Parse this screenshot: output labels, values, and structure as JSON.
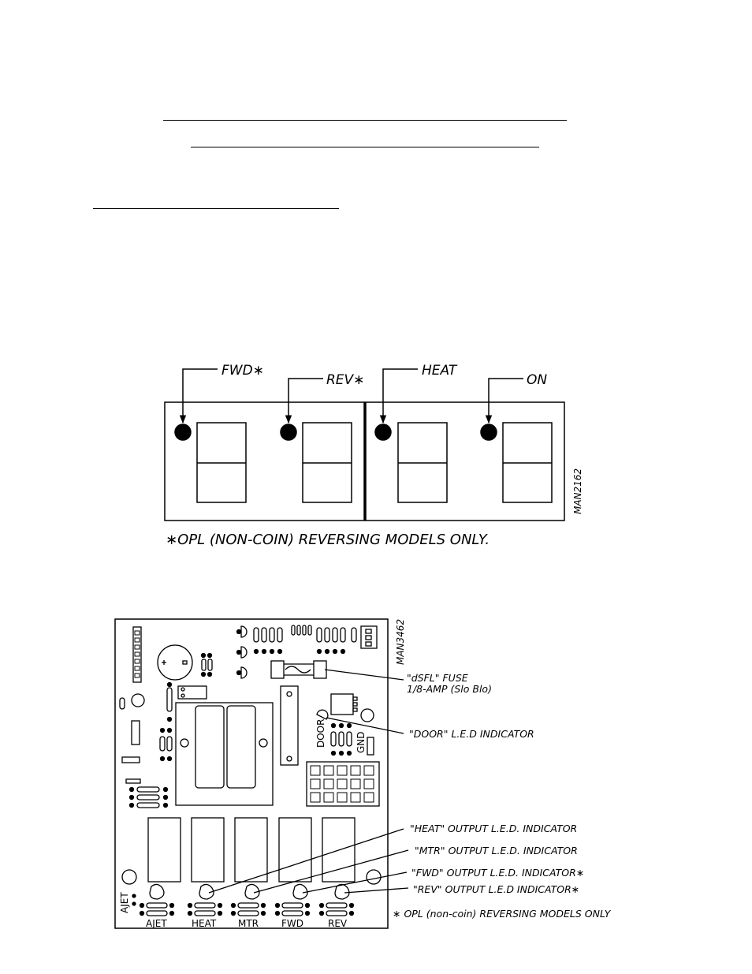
{
  "display_diagram": {
    "callouts": {
      "fwd": "FWD∗",
      "rev": "REV∗",
      "heat": "HEAT",
      "on": "ON"
    },
    "drawing_id": "MAN2162",
    "footnote": "∗OPL (NON-COIN) REVERSING MODELS ONLY."
  },
  "board_diagram": {
    "drawing_id": "MAN3462",
    "callouts": {
      "fuse_line1": "\"dSFL\" FUSE",
      "fuse_line2": "1/8-AMP (Slo Blo)",
      "door_led": "\"DOOR\" L.E.D INDICATOR",
      "heat_led": "\"HEAT\" OUTPUT L.E.D. INDICATOR",
      "mtr_led": "\"MTR\" OUTPUT L.E.D. INDICATOR",
      "fwd_led": "\"FWD\" OUTPUT L.E.D. INDICATOR∗",
      "rev_led": "\"REV\" OUTPUT L.E.D INDICATOR∗"
    },
    "footnote": "∗ OPL (non-coin) REVERSING MODELS ONLY",
    "silkscreen": {
      "door": "DOOR",
      "gnd": "GND",
      "ajet_side": "AJET",
      "outputs": [
        "AJET",
        "HEAT",
        "MTR",
        "FWD",
        "REV"
      ]
    }
  }
}
